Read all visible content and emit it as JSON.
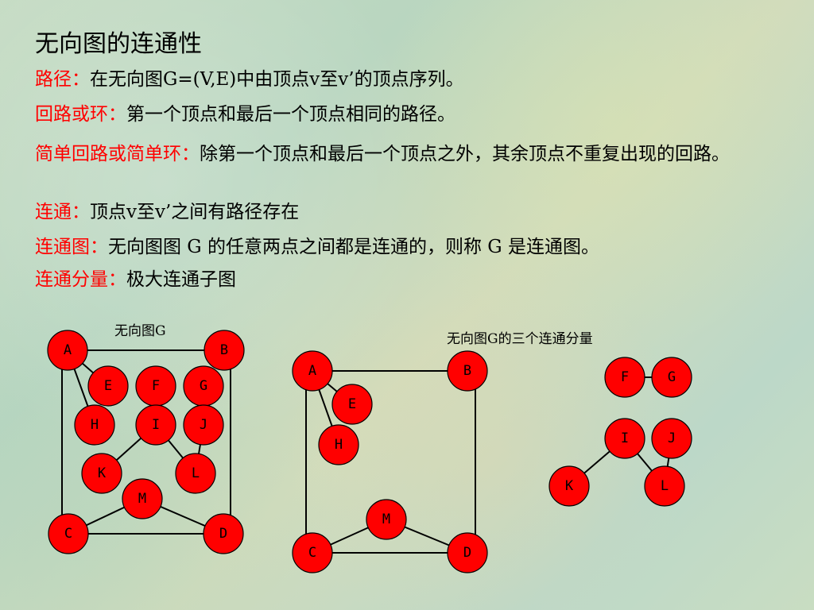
{
  "title": "无向图的连通性",
  "definitions": [
    {
      "term": "路径：",
      "text": "在无向图G=(V,E)中由顶点v至v’的顶点序列。"
    },
    {
      "term": "回路或环：",
      "text": "第一个顶点和最后一个顶点相同的路径。"
    },
    {
      "term": "简单回路或简单环：",
      "text": "除第一个顶点和最后一个顶点之外，其余顶点不重复出现的回路。"
    },
    {
      "term": "连通：",
      "text": "顶点v至v’之间有路径存在"
    },
    {
      "term": "连通图：",
      "text": "无向图图 G 的任意两点之间都是连通的，则称 G 是连通图。"
    },
    {
      "term": "连通分量：",
      "text": "极大连通子图"
    }
  ],
  "captions": {
    "graph_g": "无向图G",
    "components": "无向图G的三个连通分量"
  },
  "nodes": {
    "A": "A",
    "B": "B",
    "C": "C",
    "D": "D",
    "E": "E",
    "F": "F",
    "G": "G",
    "H": "H",
    "I": "I",
    "J": "J",
    "K": "K",
    "L": "L",
    "M": "M"
  },
  "colors": {
    "node_fill": "#ff0000",
    "term": "#ff0000"
  }
}
